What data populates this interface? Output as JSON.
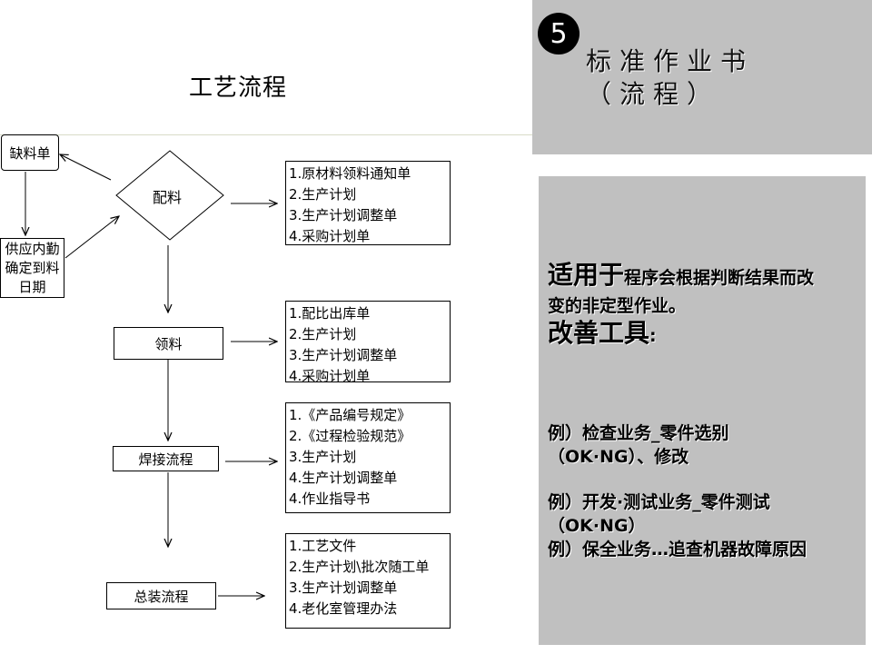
{
  "title": "工艺流程",
  "side_nodes": {
    "lost_material": "缺料单",
    "supply_confirm": [
      "供应内勤",
      "确定到料",
      "日期"
    ]
  },
  "steps": [
    {
      "label": "配料",
      "docs": [
        "1.原材料领料通知单",
        "2.生产计划",
        "3.生产计划调整单",
        "4.采购计划单"
      ]
    },
    {
      "label": "领料",
      "docs": [
        "1.配比出库单",
        "2.生产计划",
        "3.生产计划调整单",
        "4.采购计划单"
      ]
    },
    {
      "label": "焊接流程",
      "docs": [
        "1.《产品编号规定》",
        "2.《过程检验规范》",
        "3.生产计划",
        "4.生产计划调整单",
        "4.作业指导书"
      ]
    },
    {
      "label": "总装流程",
      "docs": [
        "1.工艺文件",
        "2.生产计划\\批次随工单",
        "3.生产计划调整单",
        "4.老化室管理办法"
      ]
    }
  ],
  "panel": {
    "step_number": "5",
    "title_line1": "标准作业书",
    "title_line2": "（流程）",
    "apply_head": "适用于",
    "apply_text_1": "程序会根据判断结果而改",
    "apply_text_2": "变的非定型作业。",
    "tools_head": "改善工具",
    "tools_colon": ":",
    "examples": [
      "例）检查业务_零件选别",
      "（OK·NG）、修改",
      "例）开发·测试业务_零件测试",
      "（OK·NG）",
      "例）保全业务…追查机器故障原因"
    ]
  },
  "colors": {
    "panel_bg": "#c0c0c0",
    "line": "#000000"
  }
}
